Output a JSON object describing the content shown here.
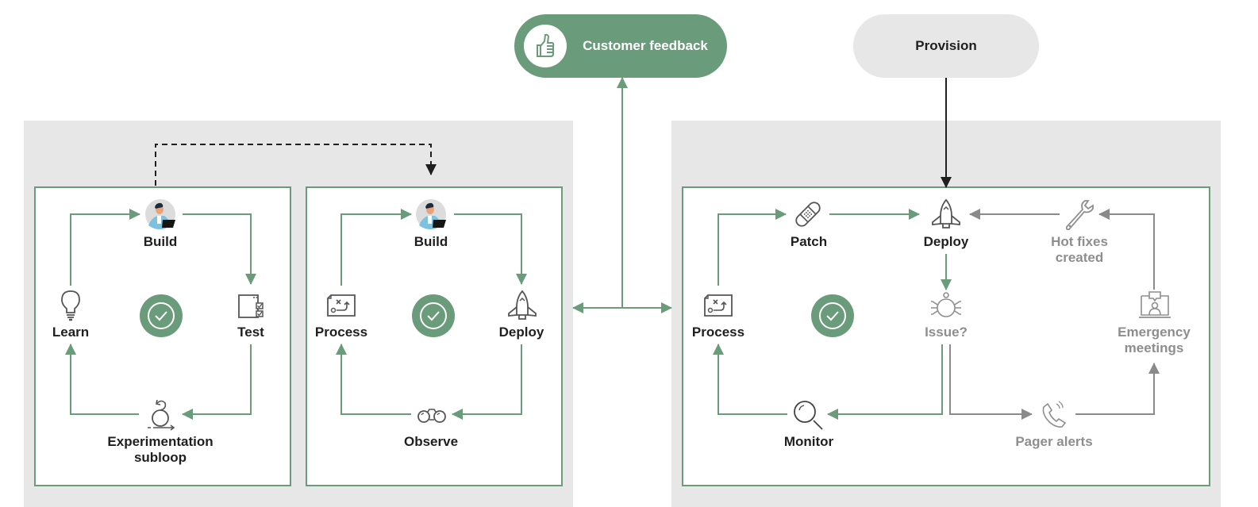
{
  "colors": {
    "accent": "#6a9b7a",
    "panel": "#e7e7e7",
    "muted_text": "#8e8e8e",
    "muted_line": "#8a8a8a",
    "text": "#1f1f1f"
  },
  "top": {
    "feedback_label": "Customer feedback",
    "feedback_icon": "thumbs-up-icon",
    "provision_label": "Provision"
  },
  "loops": [
    {
      "name": "experimentation-loop",
      "nodes": {
        "top": {
          "label": "Build",
          "icon": "developer-avatar-icon"
        },
        "right": {
          "label": "Test",
          "icon": "checklist-icon"
        },
        "bottom": {
          "label": "Experimentation\nsubloop",
          "icon": "loop-arrow-icon"
        },
        "left": {
          "label": "Learn",
          "icon": "lightbulb-icon"
        }
      },
      "center_icon": "check-circle-icon"
    },
    {
      "name": "development-loop",
      "nodes": {
        "top": {
          "label": "Build",
          "icon": "developer-avatar-icon"
        },
        "right": {
          "label": "Deploy",
          "icon": "rocket-icon"
        },
        "bottom": {
          "label": "Observe",
          "icon": "binoculars-icon"
        },
        "left": {
          "label": "Process",
          "icon": "strategy-board-icon"
        }
      },
      "center_icon": "check-circle-icon"
    },
    {
      "name": "operations-loop",
      "nodes": {
        "patch": {
          "label": "Patch",
          "icon": "bandage-icon"
        },
        "deploy": {
          "label": "Deploy",
          "icon": "rocket-icon"
        },
        "hotfix": {
          "label": "Hot fixes\ncreated",
          "icon": "wrench-icon",
          "muted": true
        },
        "issue": {
          "label": "Issue?",
          "icon": "bug-icon",
          "muted": true
        },
        "emergency": {
          "label": "Emergency\nmeetings",
          "icon": "video-meeting-icon",
          "muted": true
        },
        "process": {
          "label": "Process",
          "icon": "strategy-board-icon"
        },
        "monitor": {
          "label": "Monitor",
          "icon": "magnifier-icon"
        },
        "pager": {
          "label": "Pager alerts",
          "icon": "phone-icon",
          "muted": true
        }
      },
      "center_icon": "check-circle-icon"
    }
  ]
}
